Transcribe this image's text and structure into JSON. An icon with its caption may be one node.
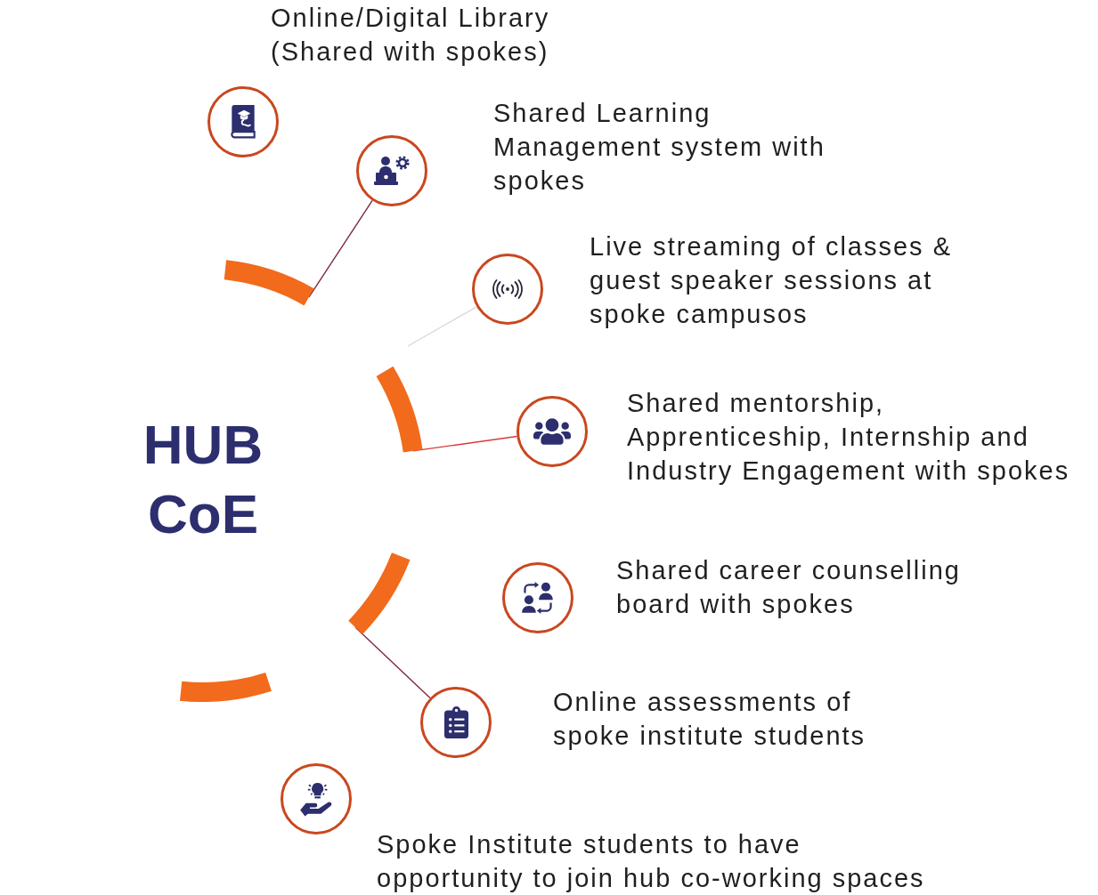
{
  "diagram": {
    "nodes": [
      {
        "text": [],
        "shape": "circle",
        "beside": [
          "Online/Digital Library (Shared with spokes)"
        ]
      },
      {
        "text": [],
        "shape": "circle",
        "beside": [
          "Shared Learning Management system with spokes"
        ]
      },
      {
        "text": [],
        "shape": "circle",
        "beside": [
          "Live streaming of classes & guest speaker sessions at spoke campusos"
        ]
      },
      {
        "text": [],
        "shape": "circle",
        "beside": [
          "Shared mentorship, Apprenticeship, Internship and Industry Engagement with spokes"
        ]
      },
      {
        "text": [],
        "shape": "circle",
        "beside": [
          "Shared career counselling board with spokes"
        ]
      },
      {
        "text": [],
        "shape": "circle",
        "beside": [
          "Online assessments of spoke institute students"
        ]
      },
      {
        "text": [],
        "shape": "circle",
        "beside": [
          "Spoke Institute students to have opportunity to join hub co-working spaces"
        ]
      },
      {
        "text": [],
        "shape": "arc"
      },
      {
        "text": [],
        "shape": "arc"
      },
      {
        "text": [],
        "shape": "arc"
      },
      {
        "text": [],
        "shape": "arc"
      }
    ],
    "edges": [
      {
        "from": 7,
        "to": 1,
        "arrow": "none"
      },
      {
        "from": null,
        "to": 2,
        "arrow": "none",
        "color": "#d9d9d9"
      },
      {
        "from": 8,
        "to": 3,
        "arrow": "none",
        "color": "#d63a3a"
      },
      {
        "from": 9,
        "to": 5,
        "arrow": "none"
      }
    ],
    "labels": [
      "HUB CoE"
    ]
  }
}
